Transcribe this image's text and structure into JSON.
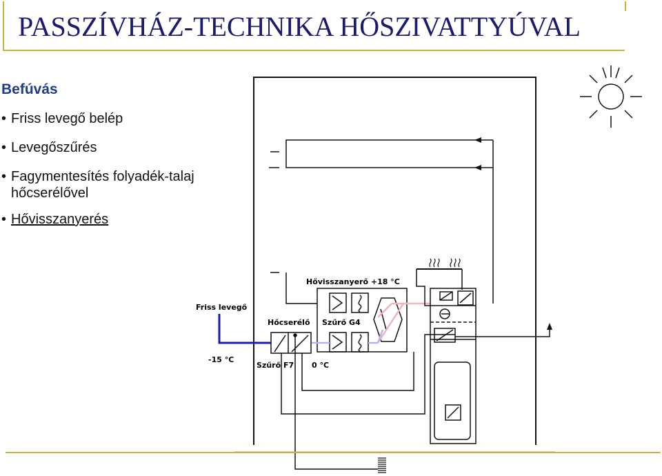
{
  "slide": {
    "title": "PASSZÍVHÁZ-TECHNIKA HŐSZIVATTYÚVAL",
    "section_heading": "Befúvás",
    "bullets": [
      {
        "text": "Friss levegő belép"
      },
      {
        "text": "Levegőszűrés"
      },
      {
        "text": "Fagymentesítés folyadék-talaj",
        "text2": "hőcserélővel"
      },
      {
        "text": "Hővisszanyerés",
        "link": true
      }
    ]
  },
  "diagram": {
    "labels": {
      "heat_recovery": "Hővisszanyerő +18 °C",
      "fresh_air": "Friss levegő",
      "heat_exchanger": "Hőcserélő",
      "filter_g4": "Szűrő G4",
      "temp_outside": "-15 °C",
      "filter_f7": "Szűrő F7",
      "temp_zero": "0 °C"
    },
    "colors": {
      "fresh_air_line": "#1a1ab0",
      "cold_line": "#b3b3ef",
      "warm_line": "#f2b3bb",
      "accent": "#c9b23a"
    }
  }
}
